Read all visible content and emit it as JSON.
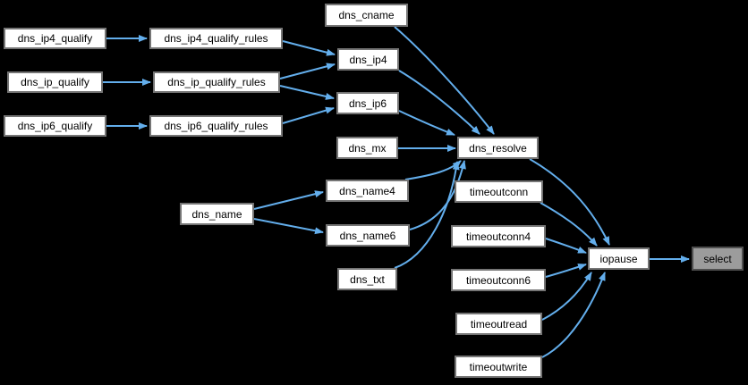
{
  "diagram": {
    "kind": "caller-graph",
    "focus_node": "select",
    "colors": {
      "background": "#000000",
      "edge": "#63aeec",
      "node_fill": "#ffffff",
      "node_border": "#757575",
      "node_text": "#000000",
      "highlight_fill": "#9c9c9c",
      "highlight_border": "#4f4f4f"
    },
    "nodes": [
      {
        "id": "dns_ip4_qualify",
        "label": "dns_ip4_qualify"
      },
      {
        "id": "dns_ip_qualify",
        "label": "dns_ip_qualify"
      },
      {
        "id": "dns_ip6_qualify",
        "label": "dns_ip6_qualify"
      },
      {
        "id": "dns_ip4_qualify_rules",
        "label": "dns_ip4_qualify_rules"
      },
      {
        "id": "dns_ip_qualify_rules",
        "label": "dns_ip_qualify_rules"
      },
      {
        "id": "dns_ip6_qualify_rules",
        "label": "dns_ip6_qualify_rules"
      },
      {
        "id": "dns_cname",
        "label": "dns_cname"
      },
      {
        "id": "dns_ip4",
        "label": "dns_ip4"
      },
      {
        "id": "dns_ip6",
        "label": "dns_ip6"
      },
      {
        "id": "dns_mx",
        "label": "dns_mx"
      },
      {
        "id": "dns_name",
        "label": "dns_name"
      },
      {
        "id": "dns_name4",
        "label": "dns_name4"
      },
      {
        "id": "dns_name6",
        "label": "dns_name6"
      },
      {
        "id": "dns_txt",
        "label": "dns_txt"
      },
      {
        "id": "dns_resolve",
        "label": "dns_resolve"
      },
      {
        "id": "timeoutconn",
        "label": "timeoutconn"
      },
      {
        "id": "timeoutconn4",
        "label": "timeoutconn4"
      },
      {
        "id": "timeoutconn6",
        "label": "timeoutconn6"
      },
      {
        "id": "timeoutread",
        "label": "timeoutread"
      },
      {
        "id": "timeoutwrite",
        "label": "timeoutwrite"
      },
      {
        "id": "iopause",
        "label": "iopause"
      },
      {
        "id": "select",
        "label": "select",
        "highlighted": true
      }
    ],
    "edges": [
      {
        "from": "dns_ip4_qualify",
        "to": "dns_ip4_qualify_rules"
      },
      {
        "from": "dns_ip_qualify",
        "to": "dns_ip_qualify_rules"
      },
      {
        "from": "dns_ip6_qualify",
        "to": "dns_ip6_qualify_rules"
      },
      {
        "from": "dns_ip4_qualify_rules",
        "to": "dns_ip4"
      },
      {
        "from": "dns_ip_qualify_rules",
        "to": "dns_ip4"
      },
      {
        "from": "dns_ip_qualify_rules",
        "to": "dns_ip6"
      },
      {
        "from": "dns_ip6_qualify_rules",
        "to": "dns_ip6"
      },
      {
        "from": "dns_cname",
        "to": "dns_resolve"
      },
      {
        "from": "dns_ip4",
        "to": "dns_resolve"
      },
      {
        "from": "dns_ip6",
        "to": "dns_resolve"
      },
      {
        "from": "dns_mx",
        "to": "dns_resolve"
      },
      {
        "from": "dns_name",
        "to": "dns_name4"
      },
      {
        "from": "dns_name",
        "to": "dns_name6"
      },
      {
        "from": "dns_name4",
        "to": "dns_resolve"
      },
      {
        "from": "dns_name6",
        "to": "dns_resolve"
      },
      {
        "from": "dns_txt",
        "to": "dns_resolve"
      },
      {
        "from": "dns_resolve",
        "to": "iopause"
      },
      {
        "from": "timeoutconn",
        "to": "iopause"
      },
      {
        "from": "timeoutconn4",
        "to": "iopause"
      },
      {
        "from": "timeoutconn6",
        "to": "iopause"
      },
      {
        "from": "timeoutread",
        "to": "iopause"
      },
      {
        "from": "timeoutwrite",
        "to": "iopause"
      },
      {
        "from": "iopause",
        "to": "select"
      }
    ]
  }
}
